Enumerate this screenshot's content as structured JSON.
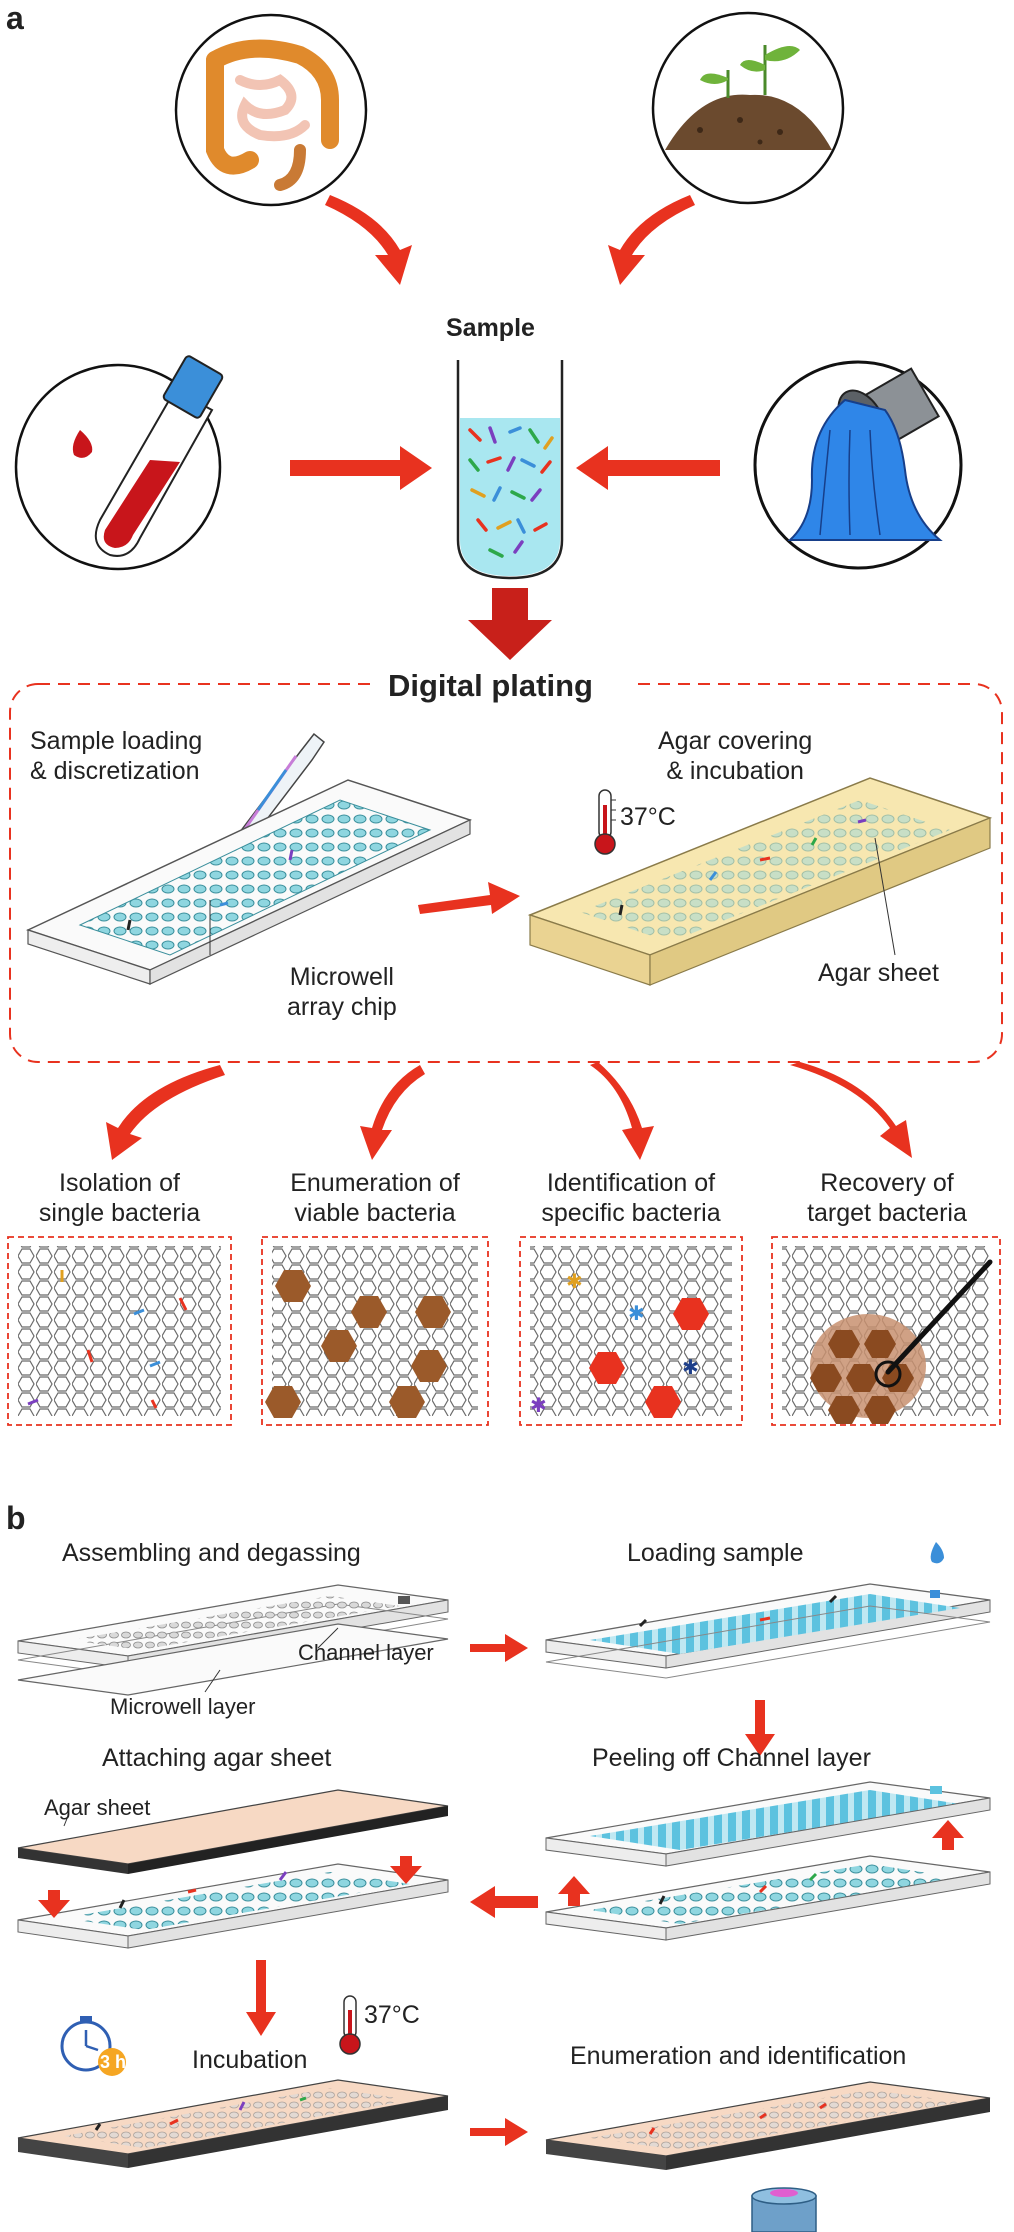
{
  "panel_a": {
    "letter": "a",
    "sample_label": "Sample",
    "digital_plating_title": "Digital plating",
    "step_loading": [
      "Sample loading",
      "& discretization"
    ],
    "step_agar": [
      "Agar covering",
      "& incubation"
    ],
    "temperature": "37°C",
    "chip_label": [
      "Microwell",
      "array chip"
    ],
    "agar_sheet_label": "Agar sheet",
    "applications": [
      [
        "Isolation of",
        "single bacteria"
      ],
      [
        "Enumeration of",
        "viable bacteria"
      ],
      [
        "Identification of",
        "specific bacteria"
      ],
      [
        "Recovery of",
        "target bacteria"
      ]
    ],
    "icons": [
      "intestine-icon",
      "soil-plant-icon",
      "blood-tube-icon",
      "water-pipe-icon"
    ]
  },
  "panel_b": {
    "letter": "b",
    "step1_title": "Assembling and degassing",
    "channel_layer": "Channel layer",
    "microwell_layer": "Microwell layer",
    "step2_title": "Loading sample",
    "step3_title": "Attaching agar sheet",
    "agar_sheet": "Agar sheet",
    "step4_title": "Peeling off Channel layer",
    "step5_title": "Incubation",
    "time": "3 h",
    "temperature": "37°C",
    "step6_title": "Enumeration and identification"
  },
  "colors": {
    "arrow": "#e8321f",
    "dash": "#e8321f",
    "water": "#3a8ee6",
    "agar": "#f7e7b0",
    "colony": "#9b5a2a"
  }
}
